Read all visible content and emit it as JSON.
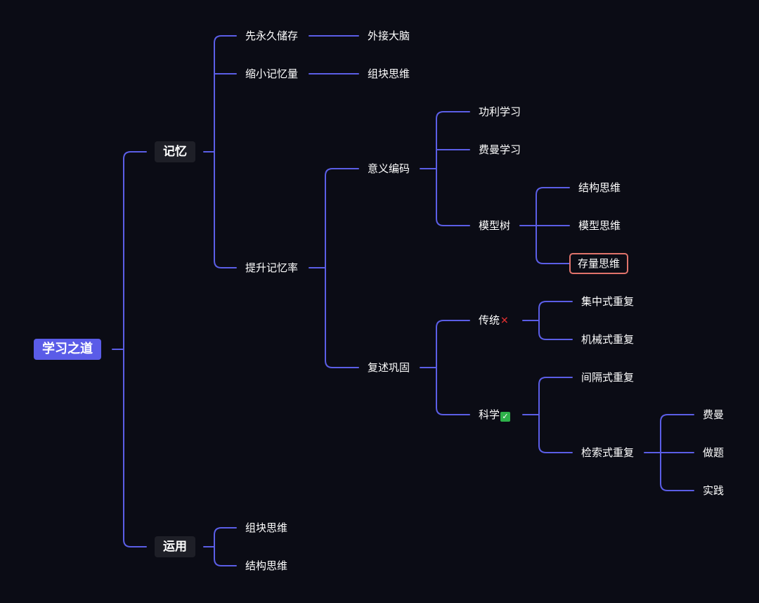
{
  "root": "学习之道",
  "memory": {
    "label": "记忆",
    "permanent": {
      "label": "先永久储存",
      "child": "外接大脑"
    },
    "shrink": {
      "label": "缩小记忆量",
      "child": "组块思维"
    },
    "raise": {
      "label": "提升记忆率",
      "meaning": {
        "label": "意义编码",
        "items": [
          "功利学习",
          "费曼学习"
        ],
        "model_tree": {
          "label": "模型树",
          "items": [
            "结构思维",
            "模型思维",
            "存量思维"
          ]
        }
      },
      "review": {
        "label": "复述巩固",
        "traditional": {
          "label": "传统",
          "mark": "✕",
          "items": [
            "集中式重复",
            "机械式重复"
          ]
        },
        "science": {
          "label": "科学",
          "mark": "✓",
          "spaced": "间隔式重复",
          "retrieval": {
            "label": "检索式重复",
            "items": [
              "费曼",
              "做题",
              "实践"
            ]
          }
        }
      }
    }
  },
  "use": {
    "label": "运用",
    "items": [
      "组块思维",
      "结构思维"
    ]
  },
  "colors": {
    "line": "#5b5ee6",
    "root_bg": "#5a5ce8",
    "highlight_border": "#e0736b",
    "background": "#0b0c15"
  }
}
